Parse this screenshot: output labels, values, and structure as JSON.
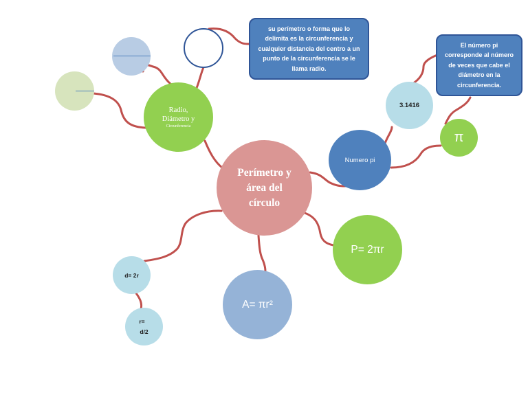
{
  "center": {
    "label": "Perímetro y área del círculo"
  },
  "radio_node": {
    "label": "Radio, Diámetro y",
    "sublabel": "Circunferencia"
  },
  "radio_definition": {
    "text": "su perímetro o forma que lo delimita es la circunferencia y cualquier distancia del centro a un punto de la circunferencia se le llama radio."
  },
  "numero_pi": {
    "label": "Numero pi"
  },
  "pi_value": {
    "label": "3.1416"
  },
  "pi_symbol": {
    "label": "π"
  },
  "pi_definition": {
    "text": "El número pi corresponde al número de veces que cabe el diámetro en la circunferencia."
  },
  "perimeter_formula": {
    "label": "P= 2πr"
  },
  "area_formula": {
    "label": "A= πr²"
  },
  "diameter_formula": {
    "label": "d= 2r"
  },
  "radius_formula": {
    "line1": "r=",
    "line2": "d/2"
  },
  "colors": {
    "center": "#da9694",
    "green": "#92d050",
    "dark_blue": "#4f81bd",
    "light_blue": "#b7dde8",
    "blue_gray": "#95b3d7",
    "pale_green": "#d7e4bd",
    "connector": "#c0504d"
  }
}
